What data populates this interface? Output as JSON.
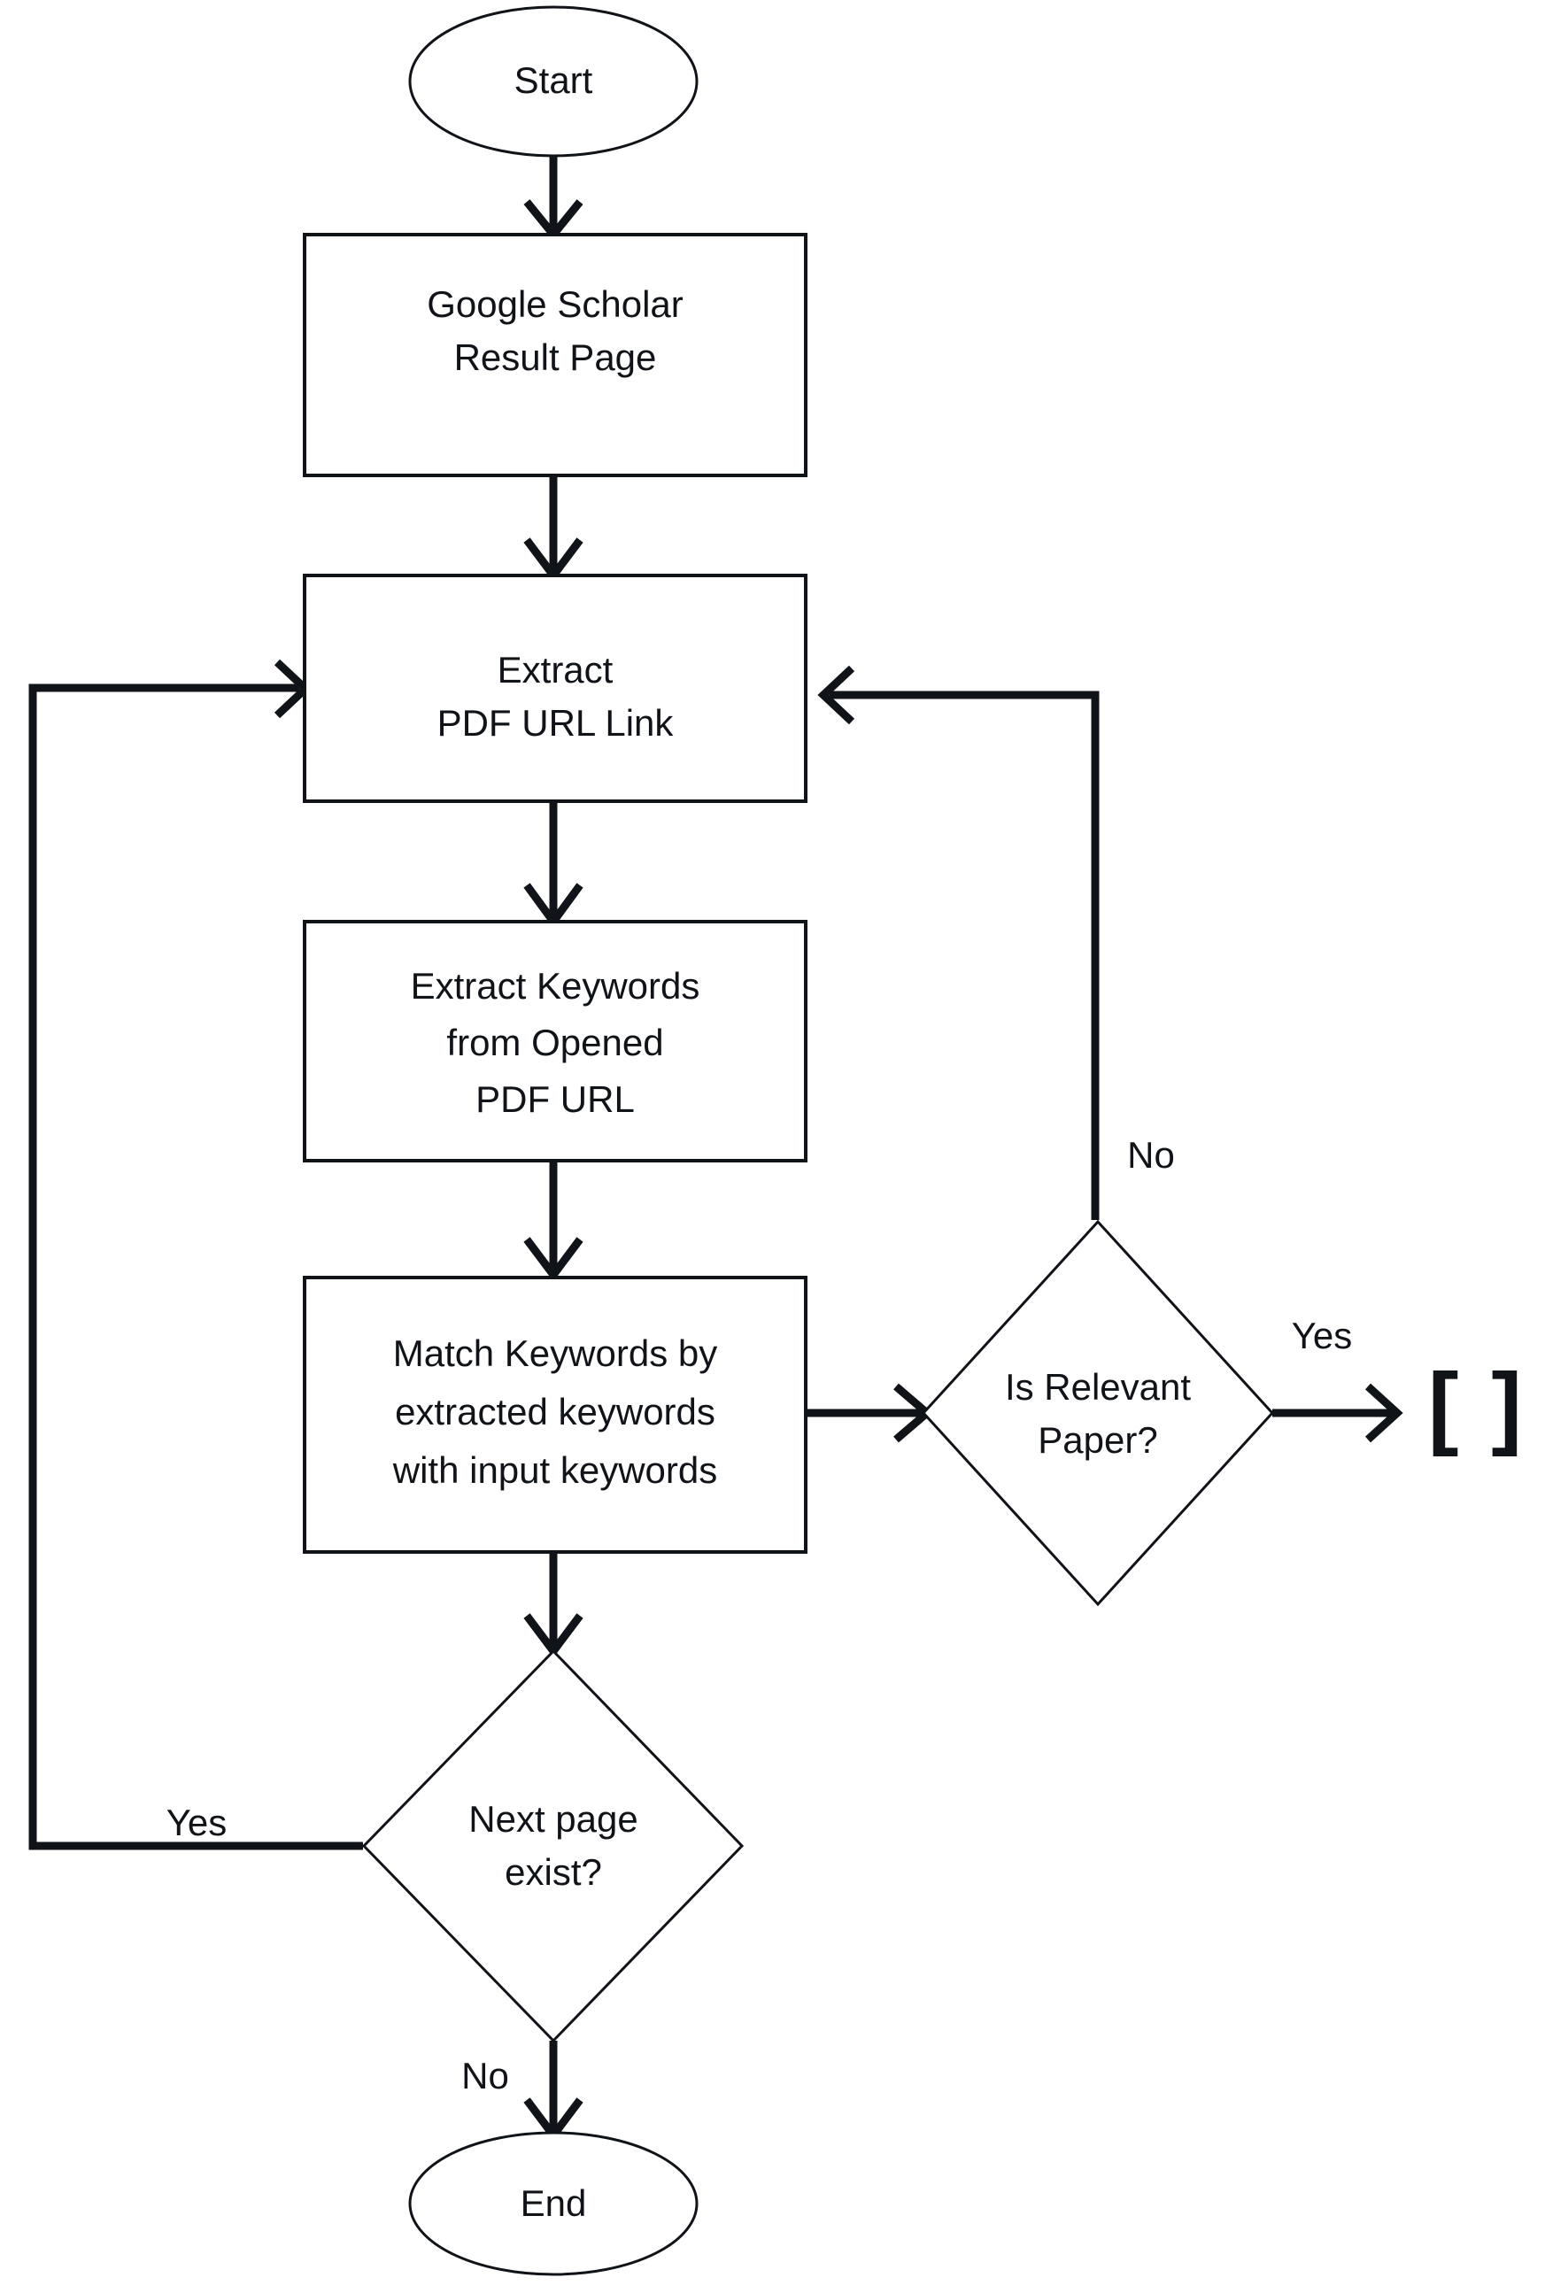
{
  "diagram": {
    "title": "Google Scholar PDF keyword matching flowchart",
    "type": "flowchart",
    "background_color": "#ffffff",
    "stroke_color": "#101418",
    "fill_color": "#ffffff"
  },
  "nodes": {
    "start": {
      "label": "Start",
      "shape": "ellipse"
    },
    "scholar_page": {
      "label_line1": "Google Scholar",
      "label_line2": "Result Page",
      "shape": "process"
    },
    "extract_url": {
      "label_line1": "Extract",
      "label_line2": "PDF URL Link",
      "shape": "process"
    },
    "extract_keywords": {
      "label_line1": "Extract Keywords",
      "label_line2": "from Opened",
      "label_line3": "PDF URL",
      "shape": "process"
    },
    "match_keywords": {
      "label_line1": "Match Keywords by",
      "label_line2": "extracted keywords",
      "label_line3": "with input keywords",
      "shape": "process"
    },
    "is_relevant": {
      "label_line1": "Is Relevant",
      "label_line2": "Paper?",
      "shape": "decision"
    },
    "next_page": {
      "label_line1": "Next page",
      "label_line2": "exist?",
      "shape": "decision"
    },
    "result_list": {
      "label": "[ ]",
      "shape": "symbol"
    },
    "end": {
      "label": "End",
      "shape": "ellipse"
    }
  },
  "edge_labels": {
    "relevant_yes": "Yes",
    "relevant_no": "No",
    "next_page_yes": "Yes",
    "next_page_no": "No"
  }
}
